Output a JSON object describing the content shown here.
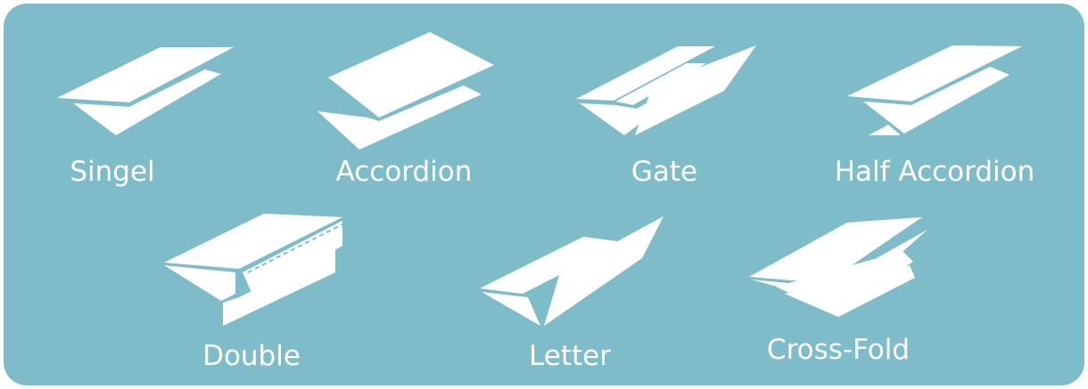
{
  "background_color": "#7fbcc9",
  "foreground_color": "#ffffff",
  "folds": [
    {
      "label": "Singel",
      "icon": "single-fold-icon"
    },
    {
      "label": "Accordion",
      "icon": "accordion-fold-icon"
    },
    {
      "label": "Gate",
      "icon": "gate-fold-icon"
    },
    {
      "label": "Half Accordion",
      "icon": "half-accordion-fold-icon"
    },
    {
      "label": "Double",
      "icon": "double-fold-icon"
    },
    {
      "label": "Letter",
      "icon": "letter-fold-icon"
    },
    {
      "label": "Cross-Fold",
      "icon": "cross-fold-icon"
    }
  ]
}
